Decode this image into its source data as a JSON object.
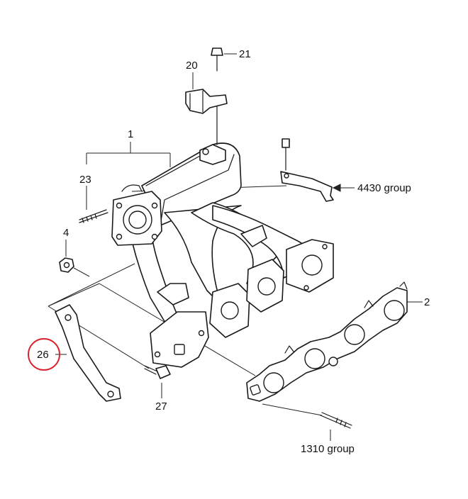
{
  "labels": {
    "l1": "1",
    "l2": "2",
    "l4": "4",
    "l20": "20",
    "l21": "21",
    "l23": "23",
    "l26": "26",
    "l27": "27",
    "l4430": "4430 group",
    "l1310": "1310 group"
  },
  "highlight": {
    "label": "26",
    "color": "#d9232e"
  },
  "colors": {
    "line": "#1a1a1a",
    "background": "#ffffff"
  }
}
